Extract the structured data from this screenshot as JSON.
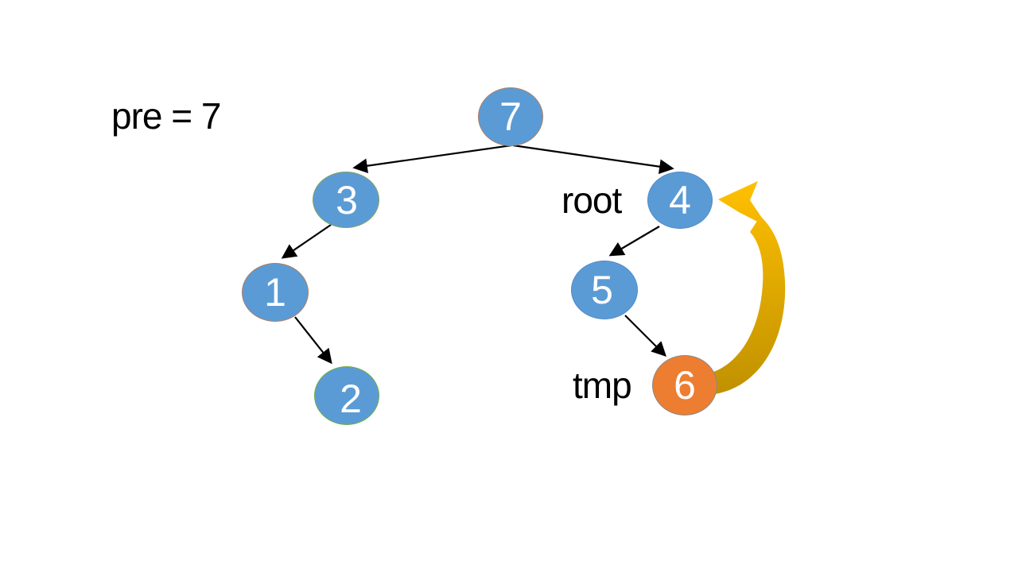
{
  "diagram": {
    "type": "binary-tree",
    "description": "Binary tree with a temporary back-pointer from node 6 to node 4"
  },
  "labels": {
    "pre": "pre = 7",
    "root": "root",
    "tmp": "tmp"
  },
  "nodes": {
    "n7": {
      "value": "7",
      "fill": "#5B9BD5",
      "border": "#AE7D62"
    },
    "n3": {
      "value": "3",
      "fill": "#5B9BD5",
      "border": "#7FA55F"
    },
    "n4": {
      "value": "4",
      "fill": "#5B9BD5",
      "border": "#4E8BC6"
    },
    "n1": {
      "value": "1",
      "fill": "#5B9BD5",
      "border": "#AE7D62"
    },
    "n5": {
      "value": "5",
      "fill": "#5B9BD5",
      "border": "#4E8BC6"
    },
    "n2": {
      "value": "2",
      "fill": "#5B9BD5",
      "border": "#70AD47"
    },
    "n6": {
      "value": "6",
      "fill": "#ED7D31",
      "border": "#898989"
    }
  },
  "edges": [
    {
      "from": "7",
      "to": "3"
    },
    {
      "from": "7",
      "to": "4"
    },
    {
      "from": "3",
      "to": "1"
    },
    {
      "from": "1",
      "to": "2"
    },
    {
      "from": "4",
      "to": "5"
    },
    {
      "from": "5",
      "to": "6"
    }
  ],
  "pointer_arrow": {
    "from": "6",
    "to": "4",
    "color_top": "#FFC000",
    "color_bottom": "#BF9000"
  },
  "colors": {
    "edge": "#000000",
    "background": "#FFFFFF",
    "node_text": "#FFFFFF",
    "label_text": "#000000"
  }
}
